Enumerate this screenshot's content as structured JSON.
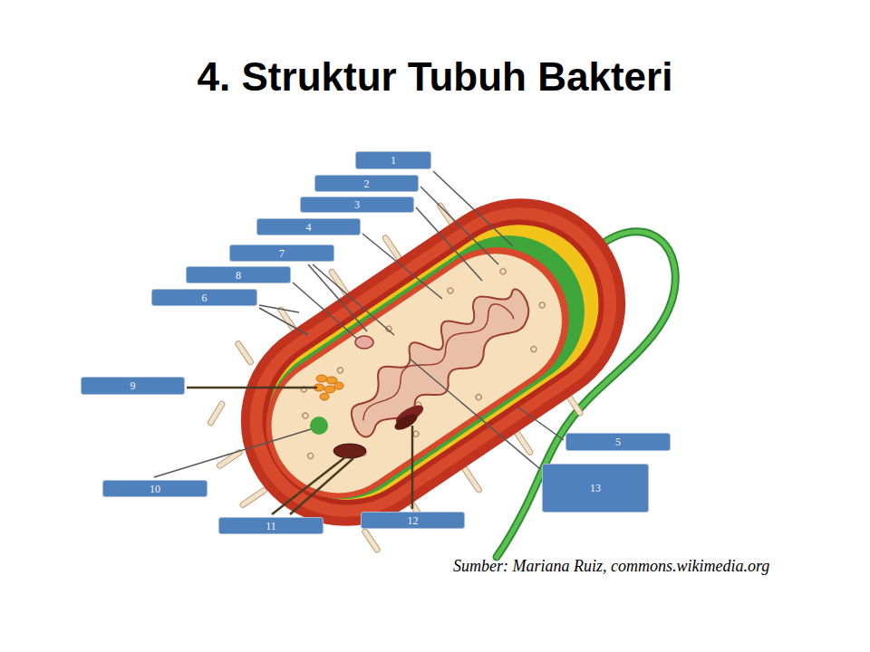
{
  "diagram": {
    "title": "4. Struktur Tubuh Bakteri",
    "caption": "Sumber: Mariana Ruiz, commons.wikimedia.org",
    "nodes": [
      {
        "text": [
          "1"
        ]
      },
      {
        "text": [
          "2"
        ]
      },
      {
        "text": [
          "3"
        ]
      },
      {
        "text": [
          "4"
        ]
      },
      {
        "text": [
          "7"
        ]
      },
      {
        "text": [
          "8"
        ]
      },
      {
        "text": [
          "6"
        ]
      },
      {
        "text": [
          "9"
        ]
      },
      {
        "text": [
          "5"
        ]
      },
      {
        "text": [
          "13"
        ]
      },
      {
        "text": [
          "10"
        ]
      },
      {
        "text": [
          "12"
        ]
      },
      {
        "text": [
          "11"
        ]
      }
    ]
  }
}
